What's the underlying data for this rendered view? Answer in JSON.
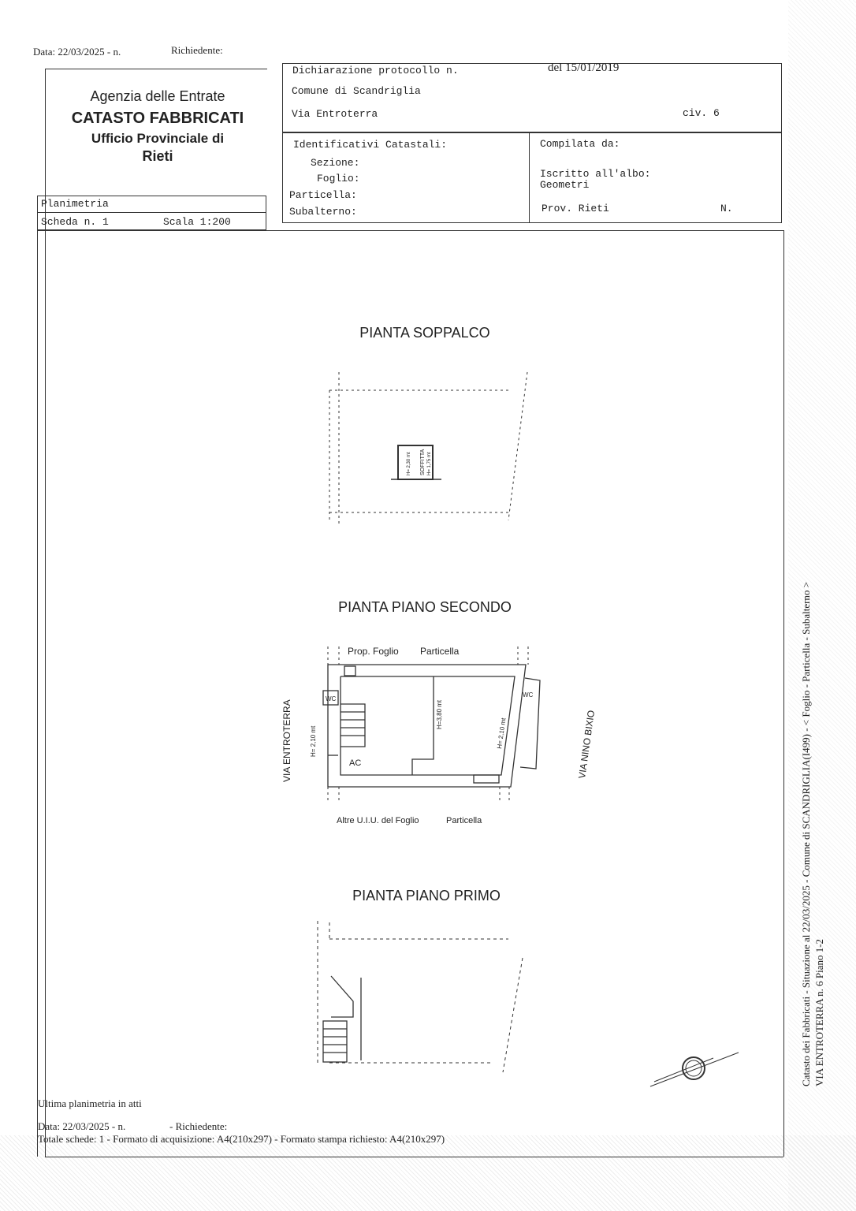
{
  "top_line": {
    "data": "Data: 22/03/2025 - n.",
    "richiedente": "Richiedente:"
  },
  "agency": {
    "line1": "Agenzia delle Entrate",
    "line2": "CATASTO FABBRICATI",
    "line3": "Ufficio Provinciale di",
    "line4": "Rieti"
  },
  "sheet": {
    "planimetria": "Planimetria",
    "scheda": "Scheda n. 1",
    "scala": "Scala 1:200"
  },
  "declaration": {
    "protocollo": "Dichiarazione protocollo n.",
    "del": "del 15/01/2019",
    "comune": "Comune di Scandriglia",
    "via": "Via Entroterra",
    "civ": "civ. 6"
  },
  "identificativi": {
    "title": "Identificativi Catastali:",
    "sezione": "Sezione:",
    "foglio": "Foglio:",
    "particella": "Particella:",
    "subalterno": "Subalterno:"
  },
  "compilata": {
    "title": "Compilata da:",
    "albo": "Iscritto all'albo:",
    "albo_value": "Geometri",
    "prov": "Prov. Rieti",
    "n": "N."
  },
  "plans": {
    "soppalco": {
      "title": "PIANTA SOPPALCO",
      "h1": "H= 2,30 mt",
      "room": "SOFFITTA",
      "h2": "H= 1,75 mt"
    },
    "secondo": {
      "title": "PIANTA PIANO SECONDO",
      "top_label1": "Prop. Foglio",
      "top_label2": "Particella",
      "bottom_label1": "Altre U.I.U. del Foglio",
      "bottom_label2": "Particella",
      "street_left": "VIA ENTROTERRA",
      "street_right": "VIA NINO BIXIO",
      "wc1": "WC",
      "wc2": "WC",
      "ac": "AC",
      "h_left": "H= 2,10 mt",
      "h_mid": "H=3,80 mt",
      "h_right": "H= 2,10 mt"
    },
    "primo": {
      "title": "PIANTA PIANO PRIMO"
    }
  },
  "side_text": {
    "line1": "Catasto dei Fabbricati - Situazione al 22/03/2025 - Comune di SCANDRIGLIA(I499) - < Foglio    - Particella    - Subalterno  >",
    "line2": "VIA ENTROTERRA n. 6 Piano 1-2"
  },
  "footer": {
    "ultima": "Ultima planimetria in atti",
    "data": "Data: 22/03/2025 - n.",
    "richiedente": "- Richiedente:",
    "totale": "Totale schede: 1 - Formato di acquisizione: A4(210x297)  - Formato stampa richiesto: A4(210x297)"
  }
}
